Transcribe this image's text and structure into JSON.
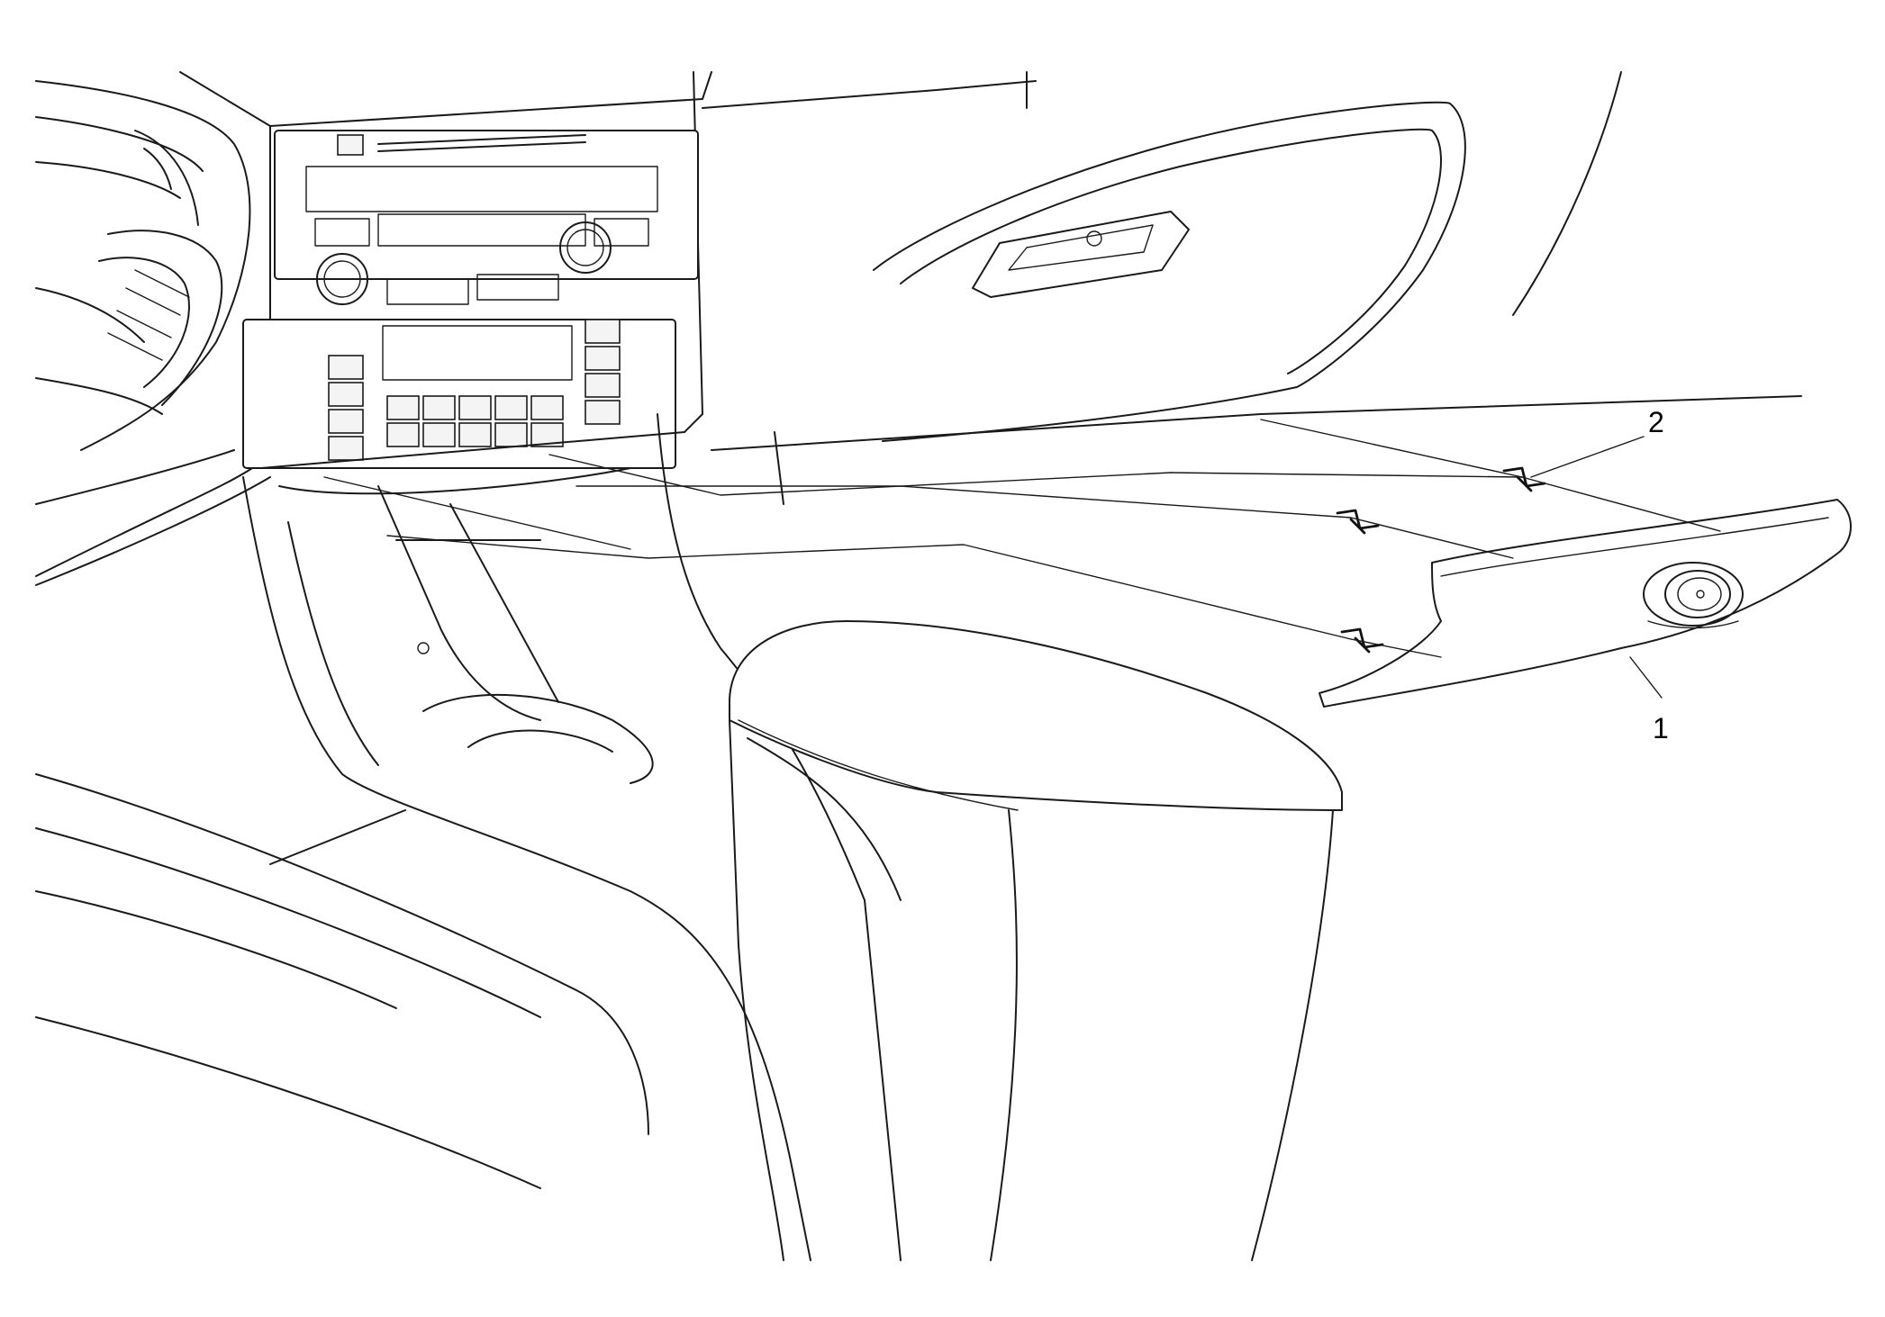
{
  "diagram": {
    "callouts": [
      {
        "id": "1",
        "label": "1"
      },
      {
        "id": "2",
        "label": "2"
      }
    ],
    "colors": {
      "line": "#1a1a1a",
      "background": "#ffffff"
    }
  }
}
